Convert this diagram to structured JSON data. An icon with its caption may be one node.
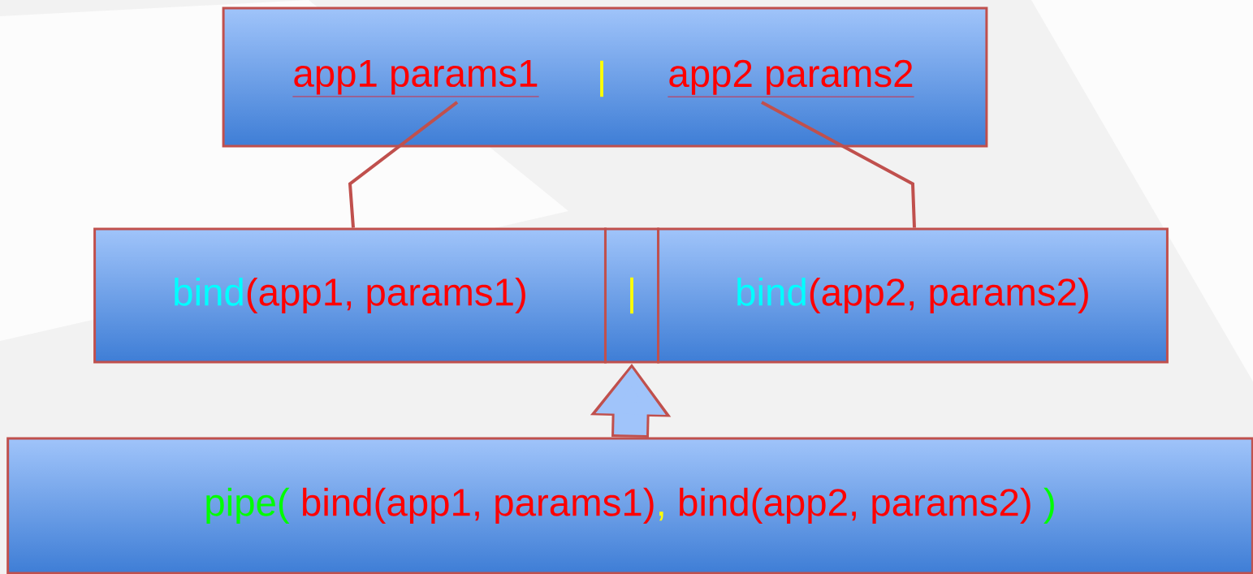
{
  "diagram": {
    "nodes": [
      {
        "text": [],
        "shape": "box"
      },
      {
        "text": [
          "app1 params1"
        ],
        "in": 0
      },
      {
        "text": [
          "app2 params2"
        ],
        "in": 0
      },
      {
        "text": [
          "bind",
          "(app1, params1)"
        ]
      },
      {
        "text": [
          "|"
        ]
      },
      {
        "text": [
          "bind",
          "(app2, params2)"
        ]
      },
      {
        "text": [
          "pipe(",
          "bind(app1, params1)",
          ",",
          "bind(app2, params2)",
          ")"
        ]
      }
    ],
    "edges": [
      {
        "from": 1,
        "to": 3,
        "arrow": "none"
      },
      {
        "from": 2,
        "to": 5,
        "arrow": "none"
      },
      {
        "from": 6,
        "to": 4,
        "arrow": "to",
        "style": "thick"
      }
    ],
    "labels": [
      "|"
    ]
  }
}
